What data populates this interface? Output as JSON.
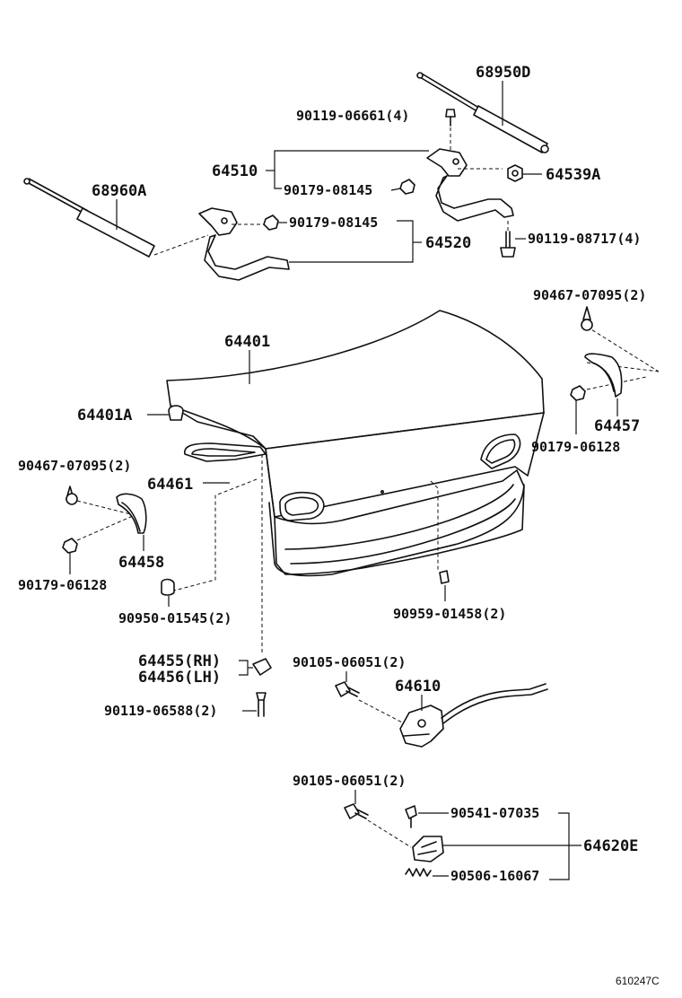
{
  "labels": {
    "p68950D": "68950D",
    "p90119_06661": "90119-06661(4)",
    "p64510": "64510",
    "p64539A": "64539A",
    "p90179_08145_a": "90179-08145",
    "p68960A": "68960A",
    "p90179_08145_b": "90179-08145",
    "p64520": "64520",
    "p90119_08717": "90119-08717(4)",
    "p90467_07095_r": "90467-07095(2)",
    "p64401": "64401",
    "p64401A": "64401A",
    "p64457": "64457",
    "p90179_06128_r": "90179-06128",
    "p90467_07095_l": "90467-07095(2)",
    "p64461": "64461",
    "p64458": "64458",
    "p90179_06128_l": "90179-06128",
    "p90950_01545": "90950-01545(2)",
    "p90959_01458": "90959-01458(2)",
    "p64455": "64455(RH)",
    "p64456": "64456(LH)",
    "p90105_06051_a": "90105-06051(2)",
    "p64610": "64610",
    "p90119_06588": "90119-06588(2)",
    "p90105_06051_b": "90105-06051(2)",
    "p90541_07035": "90541-07035",
    "p64620E": "64620E",
    "p90506_16067": "90506-16067"
  },
  "footer": {
    "diagram_code": "610247C"
  }
}
